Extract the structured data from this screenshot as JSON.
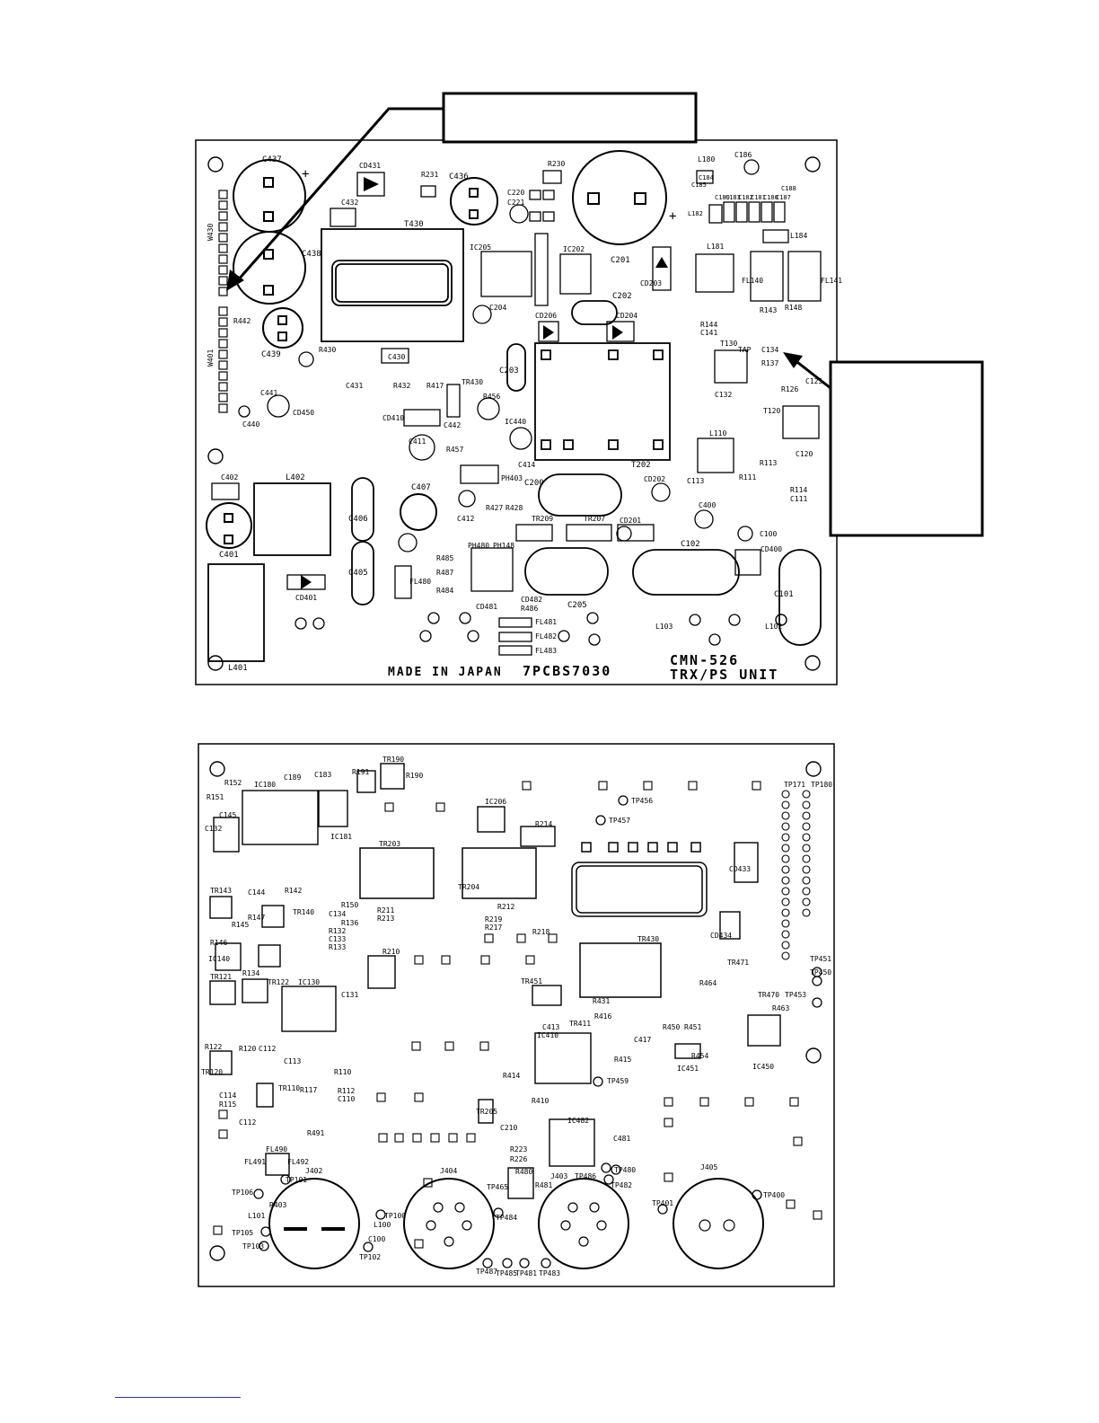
{
  "top_board": {
    "stamp_made_in": "MADE IN JAPAN",
    "stamp_pcb": "7PCBS7030",
    "stamp_model": "CMN-526",
    "stamp_unit": "TRX/PS UNIT",
    "callout_left_text": "",
    "callout_right_text": "",
    "labels": {
      "C437": "C437",
      "CD431": "CD431",
      "R231": "R231",
      "C436": "C436",
      "R230": "R230",
      "C220": "C220",
      "C221": "C221",
      "C201": "C201",
      "L180": "L180",
      "C186": "C186",
      "C432": "C432",
      "T430": "T430",
      "C438": "C438",
      "C439": "C439",
      "R442": "R442",
      "W430": "W430",
      "W401": "W401",
      "IC205": "IC205",
      "IC202": "IC202",
      "C204": "C204",
      "C202": "C202",
      "C203": "C203",
      "CD206": "CD206",
      "CD204": "CD204",
      "CD203": "CD203",
      "L181": "L181",
      "L184": "L184",
      "FL140": "FL140",
      "FL141": "FL141",
      "R143": "R143",
      "R148": "R148",
      "R144": "R144",
      "C141": "C141",
      "T130": "T130",
      "TAP": "TAP",
      "C134": "C134",
      "R137": "R137",
      "C132": "C132",
      "R126": "R126",
      "C125": "C125",
      "T120": "T120",
      "C120": "C120",
      "L110": "L110",
      "T202": "T202",
      "C430": "C430",
      "R430": "R430",
      "C431": "C431",
      "R432": "R432",
      "R417": "R417",
      "TR430": "TR430",
      "R456": "R456",
      "IC440": "IC440",
      "CD410": "CD410",
      "C442": "C442",
      "C411": "C411",
      "C414": "C414",
      "R457": "R457",
      "PH403": "PH403",
      "CD450": "CD450",
      "C441": "C441",
      "C440": "C440",
      "C402": "C402",
      "L402": "L402",
      "C401": "C401",
      "C406": "C406",
      "C405": "C405",
      "CD401": "CD401",
      "L401": "L401",
      "C407": "C407",
      "C412": "C412",
      "R427": "R427",
      "R428": "R428",
      "TR209": "TR209",
      "TR207": "TR207",
      "C200": "C200",
      "CD202": "CD202",
      "C113": "C113",
      "R111": "R111",
      "R113": "R113",
      "R114": "R114",
      "C111": "C111",
      "C400": "C400",
      "CD201": "CD201",
      "C102": "C102",
      "C100": "C100",
      "CD400": "CD400",
      "C101": "C101",
      "PH480": "PH480",
      "PH148": "PH148",
      "R485": "R485",
      "R487": "R487",
      "R484": "R484",
      "CD481": "CD481",
      "CD482": "CD482",
      "R486": "R486",
      "FL480": "FL480",
      "C205": "C205",
      "FL481": "FL481",
      "FL482": "FL482",
      "FL483": "FL483",
      "L103": "L103",
      "L102": "L102",
      "C189": "C189",
      "C188": "C188",
      "L182": "L182",
      "C185": "C185",
      "C184": "C184",
      "C183": "C183",
      "C182": "C182",
      "C181": "C181",
      "C180": "C180",
      "C187": "C187"
    }
  },
  "bottom_board": {
    "labels": {
      "R152": "R152",
      "IC180": "IC180",
      "C189": "C189",
      "C183": "C183",
      "R191": "R191",
      "TR190": "TR190",
      "R190": "R190",
      "R151": "R151",
      "IC181": "IC181",
      "C145": "C145",
      "C132": "C132",
      "IC206": "IC206",
      "R214": "R214",
      "TP456": "TP456",
      "TP457": "TP457",
      "TP171": "TP171",
      "TP180": "TP180",
      "TR203": "TR203",
      "TR204": "TR204",
      "CD433": "CD433",
      "TR143": "TR143",
      "C144": "C144",
      "R142": "R142",
      "R147": "R147",
      "TR140": "TR140",
      "R150": "R150",
      "C134": "C134",
      "R136": "R136",
      "R132": "R132",
      "C133": "C133",
      "R133": "R133",
      "R145": "R145",
      "R146": "R146",
      "R211": "R211",
      "R213": "R213",
      "R212": "R212",
      "R219": "R219",
      "R217": "R217",
      "R218": "R218",
      "CD434": "CD434",
      "TR430": "TR430",
      "TR471": "TR471",
      "IC140": "IC140",
      "R210": "R210",
      "TP451": "TP451",
      "TP450": "TP450",
      "TR121": "TR121",
      "R134": "R134",
      "TR122": "TR122",
      "IC130": "IC130",
      "C131": "C131",
      "TR451": "TR451",
      "R431": "R431",
      "R464": "R464",
      "TR470": "TR470",
      "TP453": "TP453",
      "R463": "R463",
      "R416": "R416",
      "TR411": "TR411",
      "C417": "C417",
      "R450": "R450",
      "R451": "R451",
      "IC451": "IC451",
      "IC450": "IC450",
      "C413": "C413",
      "IC410": "IC410",
      "R415": "R415",
      "R454": "R454",
      "R122": "R122",
      "R120": "R120",
      "C112": "C112",
      "TR120": "TR120",
      "C113": "C113",
      "R110": "R110",
      "R117": "R117",
      "R112": "R112",
      "C110": "C110",
      "C114": "C114",
      "R115": "R115",
      "TR110": "TR110",
      "C112b": "C112",
      "TP459": "TP459",
      "R414": "R414",
      "R410": "R410",
      "TR205": "TR205",
      "C210": "C210",
      "IC482": "IC482",
      "C481": "C481",
      "R491": "R491",
      "FL490": "FL490",
      "FL491": "FL491",
      "FL492": "FL492",
      "TP101": "TP101",
      "J402": "J402",
      "J404": "J404",
      "R223": "R223",
      "R226": "R226",
      "R480": "R480",
      "J403": "J403",
      "TP486": "TP486",
      "TP480": "TP480",
      "TP482": "TP482",
      "J405": "J405",
      "TP400": "TP400",
      "TP401": "TP401",
      "TP106": "TP106",
      "R403": "R403",
      "L101": "L101",
      "TP105": "TP105",
      "TP103": "TP103",
      "TP102": "TP102",
      "L100": "L100",
      "C100": "C100",
      "TP100": "TP100",
      "TP465": "TP465",
      "TP484": "TP484",
      "R481": "R481",
      "TP487": "TP487",
      "TP483": "TP483",
      "TP481": "TP481",
      "TP485": "TP485"
    }
  }
}
